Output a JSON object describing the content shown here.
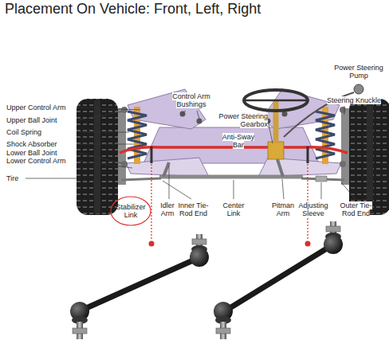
{
  "diagram": {
    "title": "Placement On Vehicle: Front, Left, Right",
    "nodes": [
      {
        "text": [
          "Stabilizer Link"
        ]
      }
    ],
    "labels": [
      "Power Steering Pump",
      "Control Arm Bushings",
      "Upper Control Arm",
      "Steering Knuckle",
      "Upper Ball Joint",
      "Power Steering Gearbox",
      "Coil Spring",
      "Anti-Sway Bar",
      "Shock Absorber",
      "Lower Ball Joint",
      "Lower Control Arm",
      "Tire",
      "Idler Arm",
      "Inner Tie-Rod End",
      "Center Link",
      "Pitman Arm",
      "Adjusting Sleeve",
      "Outer Tie-Rod End"
    ]
  }
}
